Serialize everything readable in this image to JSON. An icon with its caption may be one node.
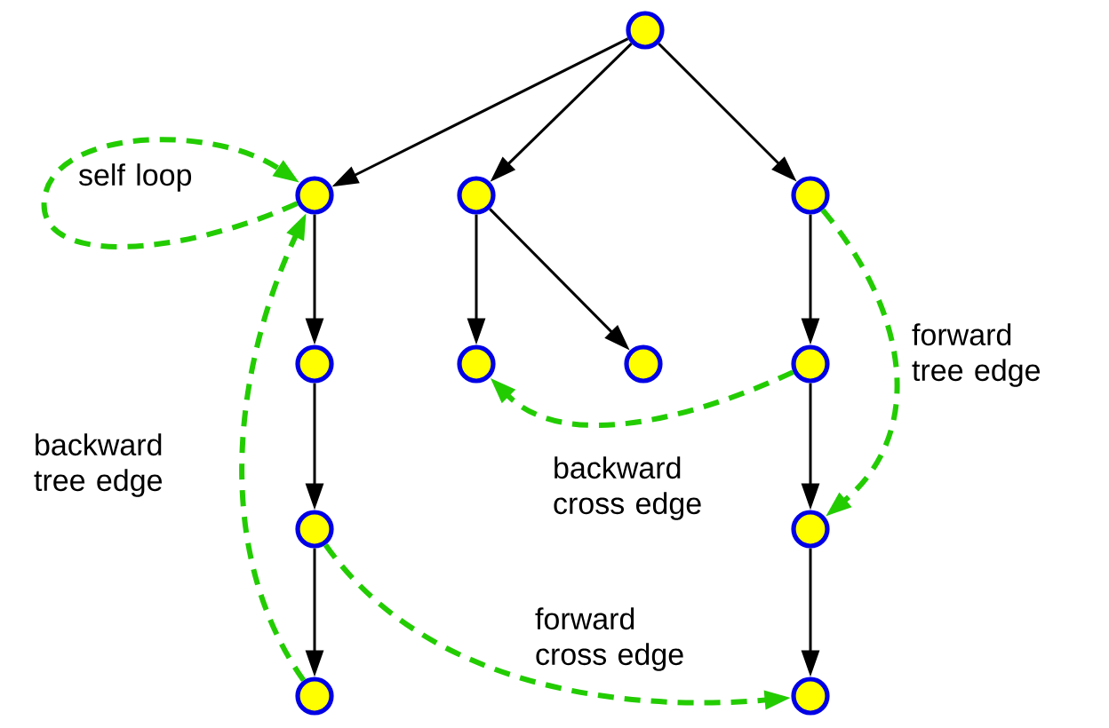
{
  "diagram": {
    "nodes": [
      {
        "text": [],
        "shape": "circle"
      },
      {
        "text": [],
        "shape": "circle"
      },
      {
        "text": [],
        "shape": "circle"
      },
      {
        "text": [],
        "shape": "circle"
      },
      {
        "text": [],
        "shape": "circle"
      },
      {
        "text": [],
        "shape": "circle"
      },
      {
        "text": [],
        "shape": "circle"
      },
      {
        "text": [],
        "shape": "circle"
      },
      {
        "text": [],
        "shape": "circle"
      },
      {
        "text": [],
        "shape": "circle"
      },
      {
        "text": [],
        "shape": "circle"
      },
      {
        "text": [],
        "shape": "circle"
      }
    ],
    "edges": [
      {
        "from": 0,
        "to": 1,
        "arrow": "to"
      },
      {
        "from": 0,
        "to": 2,
        "arrow": "to"
      },
      {
        "from": 0,
        "to": 3,
        "arrow": "to"
      },
      {
        "from": 1,
        "to": 4,
        "arrow": "to"
      },
      {
        "from": 4,
        "to": 8,
        "arrow": "to"
      },
      {
        "from": 8,
        "to": 10,
        "arrow": "to"
      },
      {
        "from": 2,
        "to": 5,
        "arrow": "to"
      },
      {
        "from": 2,
        "to": 6,
        "arrow": "to"
      },
      {
        "from": 3,
        "to": 7,
        "arrow": "to"
      },
      {
        "from": 7,
        "to": 9,
        "arrow": "to"
      },
      {
        "from": 9,
        "to": 11,
        "arrow": "to"
      },
      {
        "from": 1,
        "to": 1,
        "arrow": "to",
        "label": "self loop",
        "style": "dashed",
        "color": "#22cc00"
      },
      {
        "from": 10,
        "to": 1,
        "arrow": "to",
        "label": "backward tree edge",
        "style": "dashed",
        "color": "#22cc00"
      },
      {
        "from": 3,
        "to": 9,
        "arrow": "to",
        "label": "forward tree edge",
        "style": "dashed",
        "color": "#22cc00"
      },
      {
        "from": 7,
        "to": 5,
        "arrow": "to",
        "label": "backward cross edge",
        "style": "dashed",
        "color": "#22cc00"
      },
      {
        "from": 8,
        "to": 11,
        "arrow": "to",
        "label": "forward cross edge",
        "style": "dashed",
        "color": "#22cc00"
      }
    ]
  }
}
